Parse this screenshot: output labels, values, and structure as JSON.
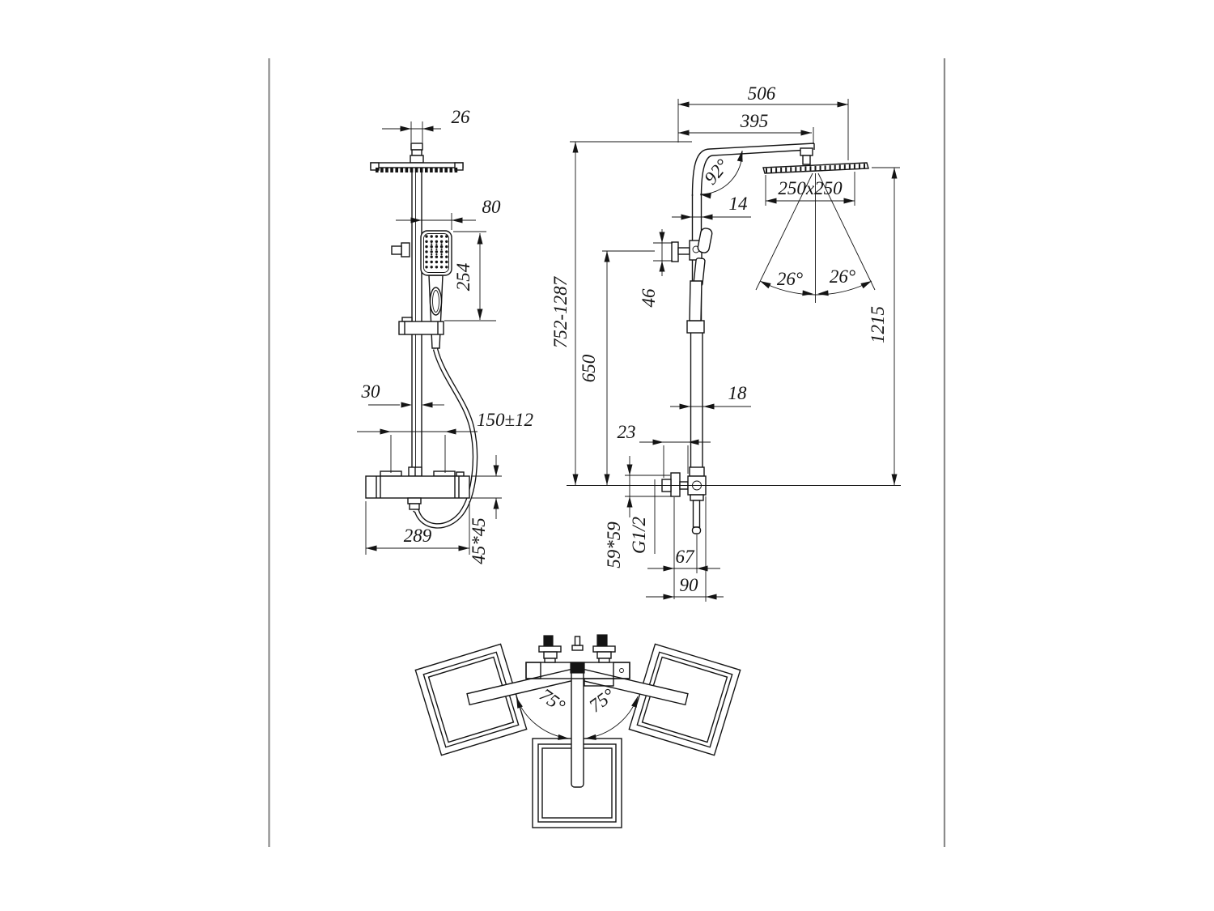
{
  "drawing": {
    "background": "#ffffff",
    "line_color": "#141414",
    "border_color": "#8b8b8b",
    "views": {
      "front": {
        "name": "front view",
        "dims": {
          "stem_width": "26",
          "hand_shower_width": "80",
          "hand_shower_drop": "254",
          "rail_width": "30",
          "inlet_spacing": "150±12",
          "valve_width": "289",
          "valve_profile": "45*45"
        }
      },
      "side": {
        "name": "side view",
        "dims": {
          "overall_depth": "506",
          "arm_reach": "395",
          "arm_angle": "92°",
          "head_size": "250x250",
          "upper_tube_depth": "14",
          "holder_height": "46",
          "height_range": "752-1287",
          "rail_height": "650",
          "lower_tube_depth": "18",
          "handle_clearance": "23",
          "spray_angle_left": "26°",
          "spray_angle_right": "26°",
          "head_mount_height": "1215",
          "valve_profile": "59*59",
          "connection_thread": "G1/2",
          "outlet_depth": "67",
          "valve_depth": "90"
        }
      },
      "top": {
        "name": "top view",
        "dims": {
          "swivel_angle_left": "75°",
          "swivel_angle_right": "75°"
        }
      }
    }
  }
}
